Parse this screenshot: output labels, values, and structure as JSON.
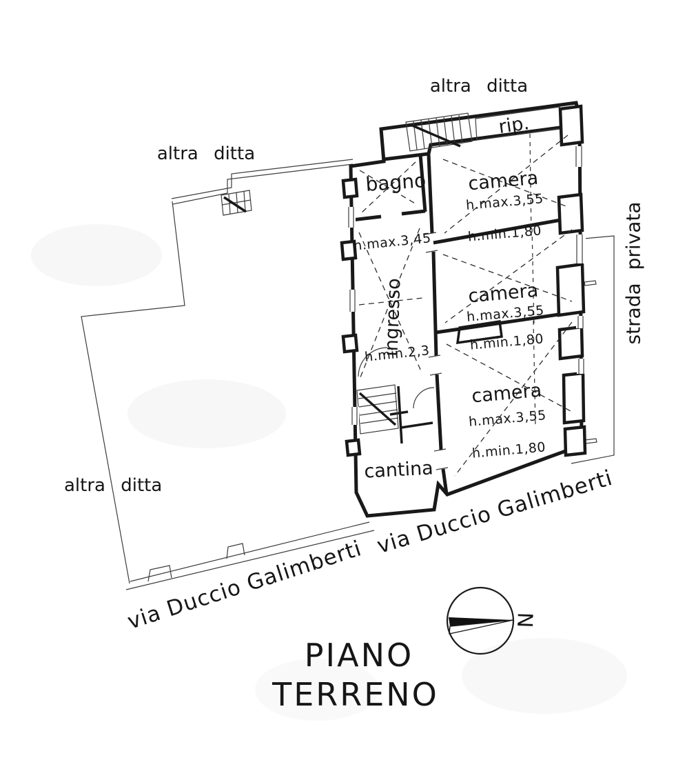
{
  "labels": {
    "altra_ditta_top": "altra ditta",
    "altra_ditta_left": "altra ditta",
    "altra_ditta_bottom_left": "altra ditta",
    "via_galimberti_lower": "via Duccio Galimberti",
    "via_galimberti_right": "via Duccio Galimberti",
    "strada_privata": "strada privata"
  },
  "rooms": {
    "rip": {
      "label": "rip."
    },
    "bagno": {
      "label": "bagno"
    },
    "camera_top": {
      "label": "camera",
      "h_max": "h.max.3,55",
      "h_min": "h.min.1,80"
    },
    "camera_middle": {
      "label": "camera",
      "h_max": "h.max.3,55",
      "h_min": "h.min.1,80"
    },
    "camera_bottom": {
      "label": "camera",
      "h_max": "h.max.3,55",
      "h_min": "h.min.1,80"
    },
    "ingresso": {
      "label": "ingresso",
      "h_max": "h.max.3,45",
      "h_min": "h.min.2,3"
    },
    "cantina": {
      "label": "cantina"
    }
  },
  "compass": {
    "north_label": "N"
  },
  "title": {
    "line1": "PIANO",
    "line2": "TERRENO"
  },
  "colors": {
    "ink": "#1a1a1a",
    "paper": "#ffffff"
  }
}
